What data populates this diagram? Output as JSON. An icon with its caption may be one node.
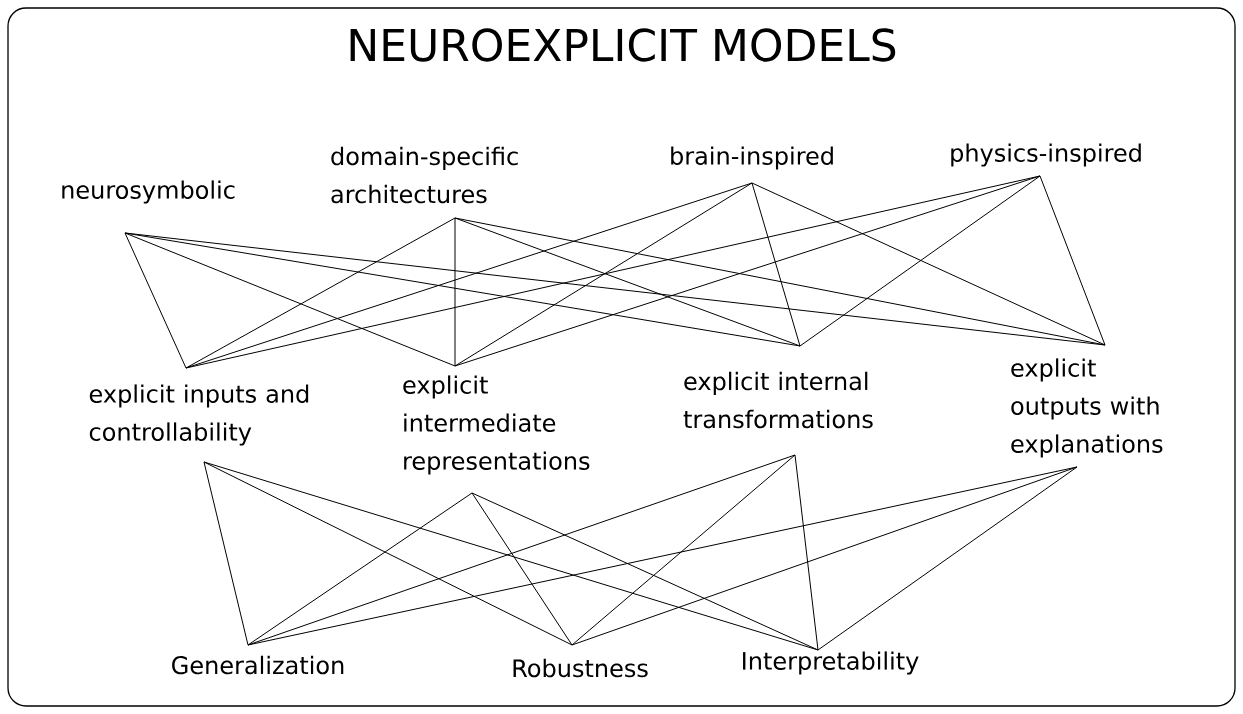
{
  "diagram": {
    "title": "NEUROEXPLICIT MODELS",
    "nodes": [
      {
        "text": [
          "neurosymbolic"
        ]
      },
      {
        "text": [
          "domain-specific architectures"
        ]
      },
      {
        "text": [
          "brain-inspired"
        ]
      },
      {
        "text": [
          "physics-inspired"
        ]
      },
      {
        "text": [
          "explicit inputs and controllability"
        ]
      },
      {
        "text": [
          "explicit intermediate representations"
        ]
      },
      {
        "text": [
          "explicit internal transformations"
        ]
      },
      {
        "text": [
          "explicit outputs with explanations"
        ]
      },
      {
        "text": [
          "Generalization"
        ]
      },
      {
        "text": [
          "Robustness"
        ]
      },
      {
        "text": [
          "Interpretability"
        ]
      }
    ],
    "edges": [
      {
        "from": 0,
        "to": 4,
        "arrow": "none"
      },
      {
        "from": 0,
        "to": 5,
        "arrow": "none"
      },
      {
        "from": 0,
        "to": 6,
        "arrow": "none"
      },
      {
        "from": 0,
        "to": 7,
        "arrow": "none"
      },
      {
        "from": 1,
        "to": 4,
        "arrow": "none"
      },
      {
        "from": 1,
        "to": 5,
        "arrow": "none"
      },
      {
        "from": 1,
        "to": 6,
        "arrow": "none"
      },
      {
        "from": 1,
        "to": 7,
        "arrow": "none"
      },
      {
        "from": 2,
        "to": 4,
        "arrow": "none"
      },
      {
        "from": 2,
        "to": 5,
        "arrow": "none"
      },
      {
        "from": 2,
        "to": 6,
        "arrow": "none"
      },
      {
        "from": 2,
        "to": 7,
        "arrow": "none"
      },
      {
        "from": 3,
        "to": 4,
        "arrow": "none"
      },
      {
        "from": 3,
        "to": 5,
        "arrow": "none"
      },
      {
        "from": 3,
        "to": 6,
        "arrow": "none"
      },
      {
        "from": 3,
        "to": 7,
        "arrow": "none"
      },
      {
        "from": 4,
        "to": 8,
        "arrow": "none"
      },
      {
        "from": 4,
        "to": 9,
        "arrow": "none"
      },
      {
        "from": 4,
        "to": 10,
        "arrow": "none"
      },
      {
        "from": 5,
        "to": 8,
        "arrow": "none"
      },
      {
        "from": 5,
        "to": 9,
        "arrow": "none"
      },
      {
        "from": 5,
        "to": 10,
        "arrow": "none"
      },
      {
        "from": 6,
        "to": 8,
        "arrow": "none"
      },
      {
        "from": 6,
        "to": 9,
        "arrow": "none"
      },
      {
        "from": 6,
        "to": 10,
        "arrow": "none"
      },
      {
        "from": 7,
        "to": 8,
        "arrow": "none"
      },
      {
        "from": 7,
        "to": 9,
        "arrow": "none"
      },
      {
        "from": 7,
        "to": 10,
        "arrow": "none"
      }
    ]
  }
}
